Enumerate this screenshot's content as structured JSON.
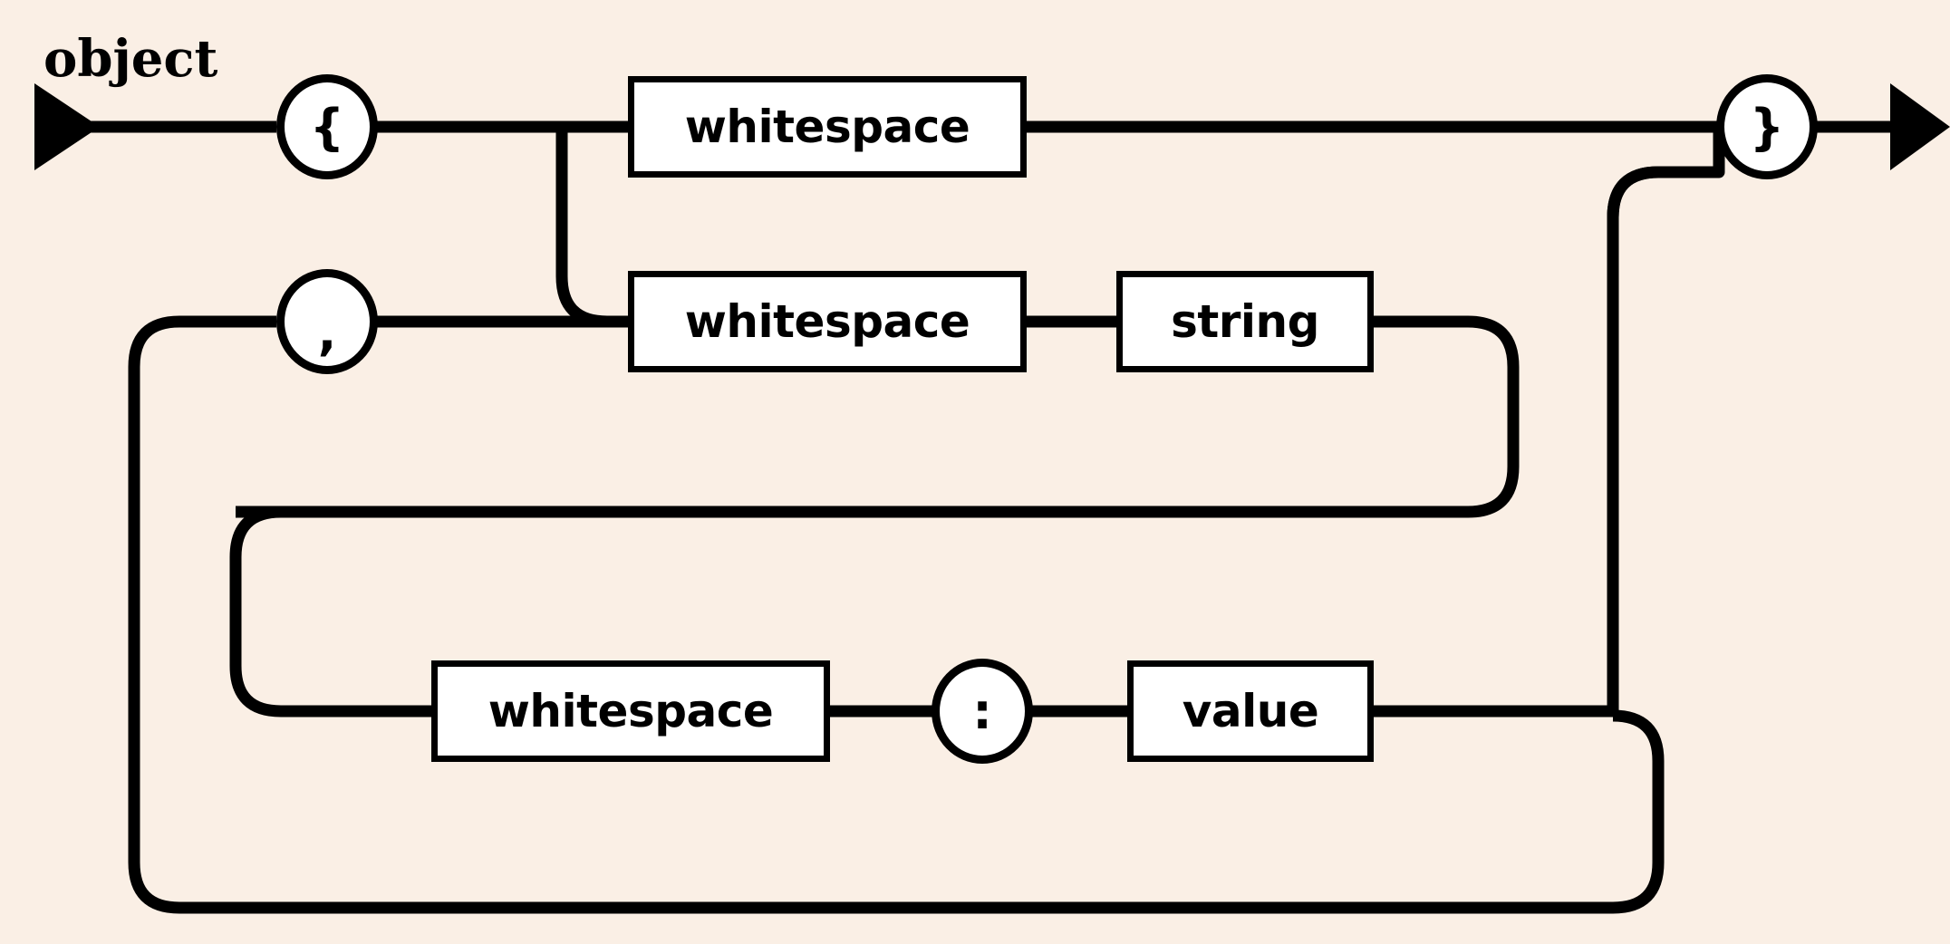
{
  "diagram": {
    "type": "railroad-syntax-diagram",
    "title": "object",
    "grammar": "JSON object",
    "background_color": "#faefe5",
    "line_color": "#000000",
    "box_fill_color": "#ffffff",
    "entry_arrow": "input-arrow",
    "exit_arrow": "output-arrow",
    "nodes": [
      {
        "id": "open-brace",
        "label": "{",
        "shape": "circle",
        "kind": "terminal"
      },
      {
        "id": "whitespace-1",
        "label": "whitespace",
        "shape": "box",
        "kind": "nonterminal"
      },
      {
        "id": "comma",
        "label": ",",
        "shape": "circle",
        "kind": "terminal"
      },
      {
        "id": "whitespace-2",
        "label": "whitespace",
        "shape": "box",
        "kind": "nonterminal"
      },
      {
        "id": "string",
        "label": "string",
        "shape": "box",
        "kind": "nonterminal"
      },
      {
        "id": "whitespace-3",
        "label": "whitespace",
        "shape": "box",
        "kind": "nonterminal"
      },
      {
        "id": "colon",
        "label": ":",
        "shape": "circle",
        "kind": "terminal"
      },
      {
        "id": "value",
        "label": "value",
        "shape": "box",
        "kind": "nonterminal"
      },
      {
        "id": "close-brace",
        "label": "}",
        "shape": "circle",
        "kind": "terminal"
      }
    ],
    "paths": [
      "object -> { -> whitespace -> }",
      "object -> { -> whitespace -> string -> whitespace -> : -> value -> }",
      "value -> , -> whitespace -> string -> whitespace -> : -> value (repeat)"
    ]
  }
}
